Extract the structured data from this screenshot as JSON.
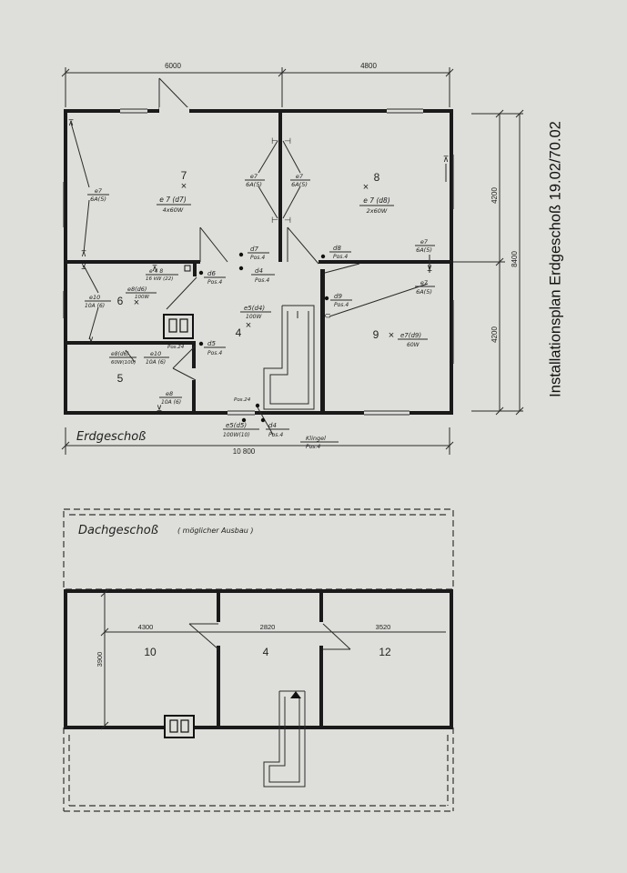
{
  "title": "Installationsplan Erdgeschoß 19.02/70.02",
  "ground_floor": {
    "label": "Erdgeschoß",
    "dimensions": {
      "top_left": "6000",
      "top_right": "4800",
      "bottom_total": "10 800",
      "right_upper": "4200",
      "right_lower": "4200",
      "right_total": "8400"
    },
    "rooms": {
      "r7": "7",
      "r8": "8",
      "r6": "6",
      "r5": "5",
      "r4": "4",
      "r9": "9"
    },
    "labels": {
      "e7_r7": "e 7 (d7)",
      "e7_r7_sub": "4x60W",
      "e7_r8": "e 7 (d8)",
      "e7_r8_sub": "2x60W",
      "e7_left": "e7",
      "e7_left_sub": "6A(5)",
      "e7_mid_a": "e7",
      "e7_mid_a_sub": "6A(5)",
      "e7_mid_b": "e7",
      "e7_mid_b_sub": "6A(5)",
      "e7_right_a": "e7",
      "e7_right_a_sub": "6A(5)",
      "e7_right_b": "e7",
      "e7_right_b_sub": "6A(5)",
      "d7": "d7",
      "d7_sub": "Pos.4",
      "d8": "d8",
      "d8_sub": "Pos.4",
      "d4_top": "d4",
      "d4_top_sub": "Pos.4",
      "d6_top": "d6",
      "d6_top_sub": "Pos.4",
      "d9": "d9",
      "d9_sub": "Pos.4",
      "d5": "d5",
      "d5_sub": "Pos.4",
      "e5_d4": "e5(d4)",
      "e5_d4_sub": "100W",
      "e7_d9": "e7(d9)",
      "e7_d9_sub": "60W",
      "e8_d6": "e8(d6)",
      "e8_d6_sub": "100W",
      "e48": "e 4 8",
      "e48_sub": "16 kW (22)",
      "e10_r6": "e10",
      "e10_r6_sub": "10A (6)",
      "e8_r5": "e8(d6)",
      "e8_r5_sub": "60W(100)",
      "e10_r5": "e10",
      "e10_r5_sub": "10A (6)",
      "e8_low": "e8",
      "e8_low_sub": "10A (6)",
      "pos4_small": "Pos.24",
      "e5_d5": "e5(d5)",
      "e5_d5_sub": "100W(10)",
      "d4_bottom": "d4",
      "d4_bottom_sub": "Pos.4",
      "klingel": "Klingel",
      "klingel_sub": "Pos.4"
    }
  },
  "attic": {
    "label": "Dachgeschoß",
    "note": "( möglicher Ausbau )",
    "dimensions": {
      "d1": "4300",
      "d2": "2820",
      "d3": "3520",
      "height": "3900"
    },
    "rooms": {
      "r10": "10",
      "r4": "4",
      "r12": "12"
    }
  }
}
